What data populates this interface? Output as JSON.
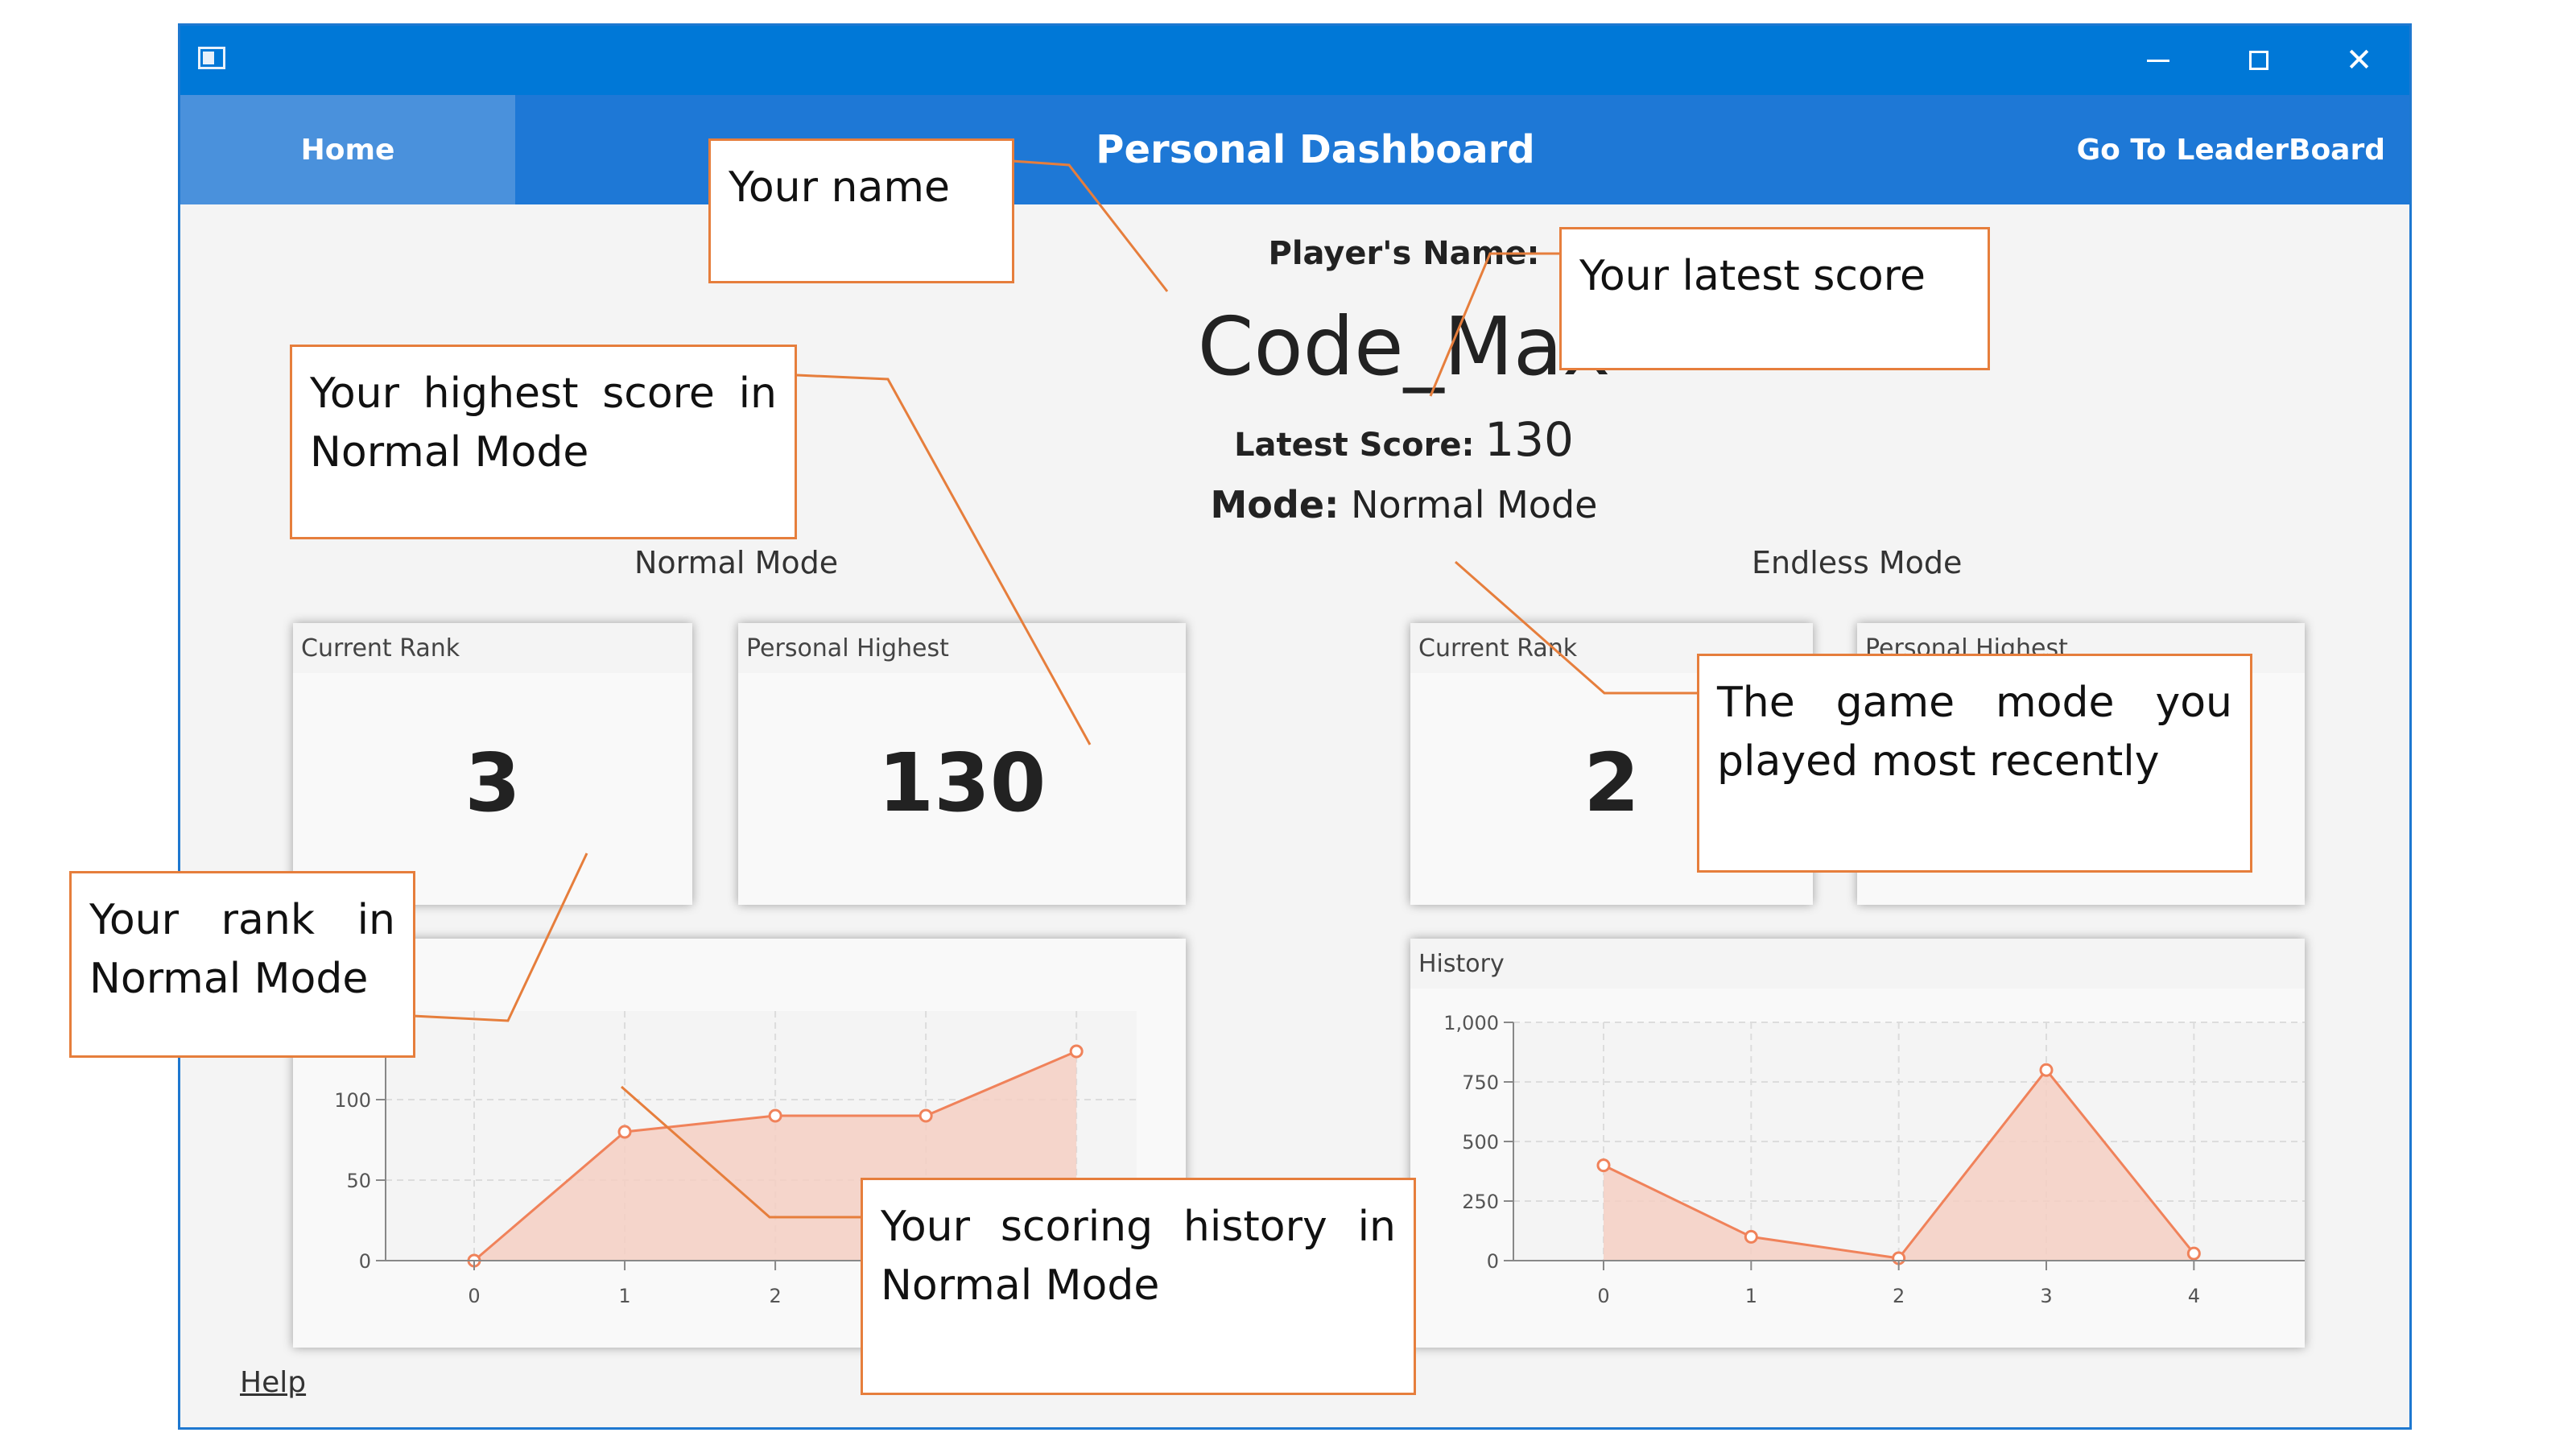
{
  "window": {
    "nav": {
      "home": "Home",
      "title": "Personal Dashboard",
      "leaderboard": "Go To LeaderBoard"
    },
    "controls": {
      "minimize": "—",
      "close": "✕"
    }
  },
  "player": {
    "name_label": "Player's Name:",
    "name": "Code_Max",
    "latest_score_label": "Latest Score:",
    "latest_score": "130",
    "mode_label": "Mode:",
    "mode": "Normal Mode"
  },
  "normal_mode": {
    "title": "Normal Mode",
    "rank_label": "Current Rank",
    "rank": "3",
    "highest_label": "Personal Highest",
    "highest": "130"
  },
  "endless_mode": {
    "title": "Endless Mode",
    "rank_label": "Current Rank",
    "rank": "2",
    "highest_label": "Personal Highest",
    "history_label": "History"
  },
  "help": "Help",
  "callouts": {
    "name": "Your name",
    "latest": "Your latest score",
    "highest": "Your highest score in Normal Mode",
    "rank": "Your rank in Normal Mode",
    "mode": "The game mode you played most recently",
    "history": "Your scoring history in Normal Mode"
  },
  "colors": {
    "titlebar": "#0078d7",
    "navbar": "#1e78d6",
    "accent": "#e67e3c",
    "series_line": "#f0825a",
    "series_fill": "#f5cfc3"
  },
  "chart_data": [
    {
      "type": "area",
      "x": [
        0,
        1,
        2,
        3,
        4
      ],
      "values": [
        0,
        80,
        90,
        90,
        130
      ],
      "xticks": [
        "0",
        "1",
        "2"
      ],
      "yticks": [
        "0",
        "50",
        "100"
      ],
      "ylim": [
        0,
        150
      ],
      "grid": true
    },
    {
      "type": "area",
      "title": "History",
      "x": [
        0,
        1,
        2,
        3,
        4
      ],
      "values": [
        400,
        100,
        10,
        800,
        30
      ],
      "xticks": [
        "0",
        "1",
        "2",
        "3",
        "4"
      ],
      "yticks": [
        "0",
        "250",
        "500",
        "750",
        "1,000"
      ],
      "ylim": [
        0,
        1000
      ],
      "grid": true
    }
  ]
}
